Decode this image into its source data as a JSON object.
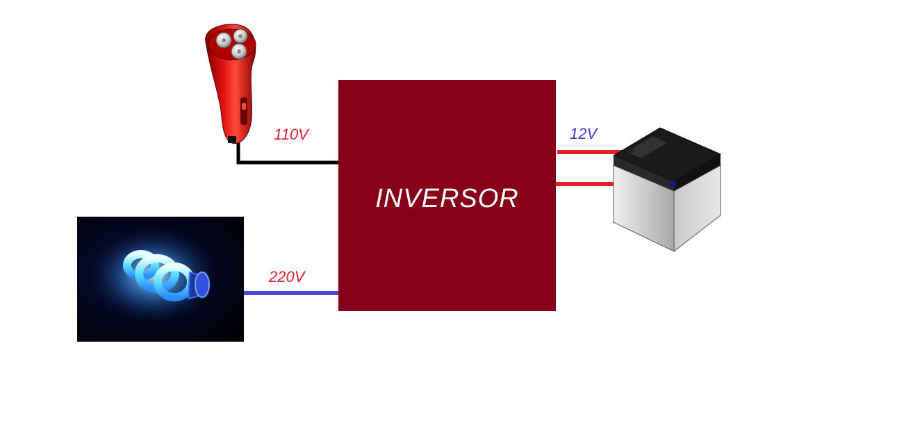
{
  "inverter": {
    "label": "INVERSOR",
    "color": "#86001a"
  },
  "outputs": [
    {
      "id": "shaver",
      "voltage": "110V",
      "label_color": "#e0202a",
      "wire_color": "#000000",
      "device_icon": "electric-shaver-icon"
    },
    {
      "id": "lamp",
      "voltage": "220V",
      "label_color": "#e0202a",
      "wire_color": "#4a4ad8",
      "device_icon": "cfl-lamp-icon"
    }
  ],
  "input": {
    "id": "battery",
    "voltage": "12V",
    "label_color": "#3a3ad0",
    "wire_color": "#e8202a",
    "device_icon": "battery-icon"
  }
}
